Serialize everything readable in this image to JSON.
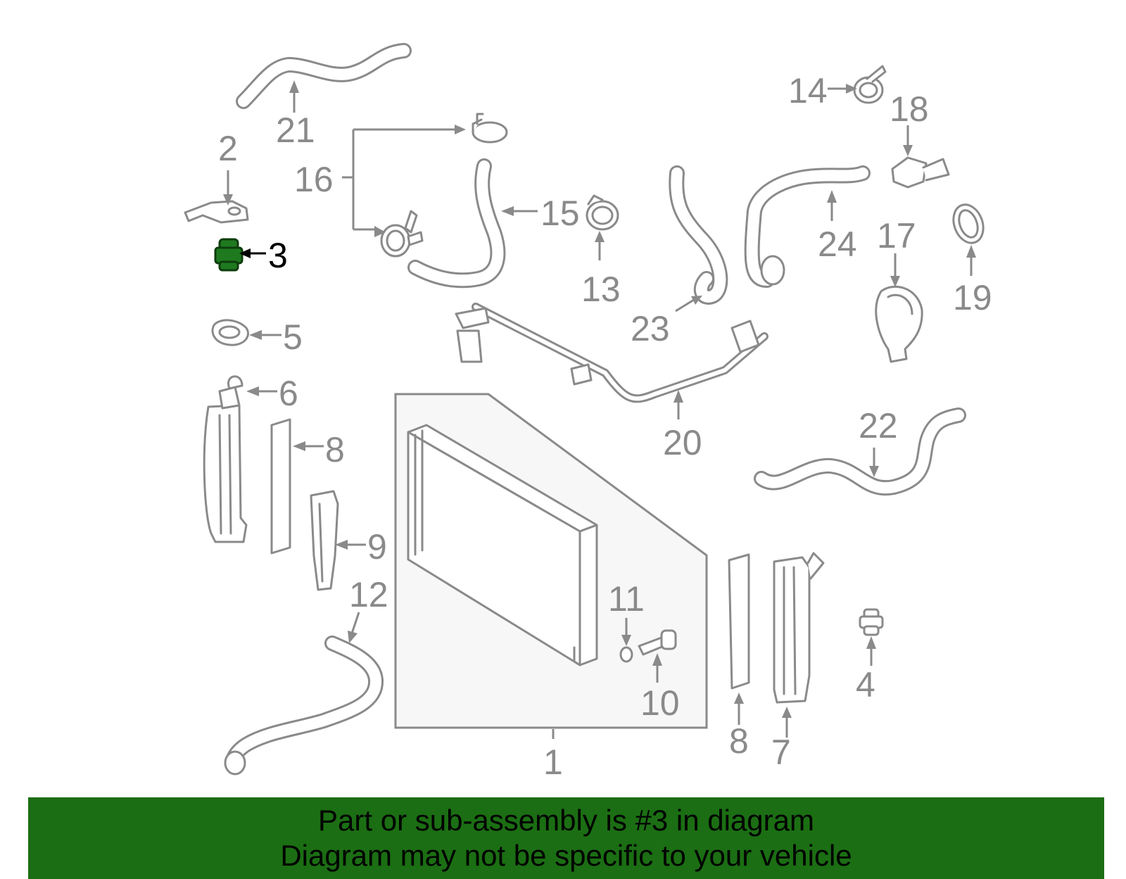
{
  "callouts": {
    "c1": "1",
    "c2": "2",
    "c3": "3",
    "c4": "4",
    "c5": "5",
    "c6": "6",
    "c7": "7",
    "c8a": "8",
    "c8b": "8",
    "c9": "9",
    "c10": "10",
    "c11": "11",
    "c12": "12",
    "c13": "13",
    "c14": "14",
    "c15": "15",
    "c16": "16",
    "c17": "17",
    "c18": "18",
    "c19": "19",
    "c20": "20",
    "c21": "21",
    "c22": "22",
    "c23": "23",
    "c24": "24"
  },
  "highlighted_part": "3",
  "colors": {
    "banner_background": "#1b6e13",
    "highlight_fill": "#1f7a1f",
    "line_gray": "#8a8a8a"
  },
  "banner": {
    "line1": "Part or sub-assembly is #3 in diagram",
    "line2": "Diagram may not be specific to your vehicle"
  }
}
